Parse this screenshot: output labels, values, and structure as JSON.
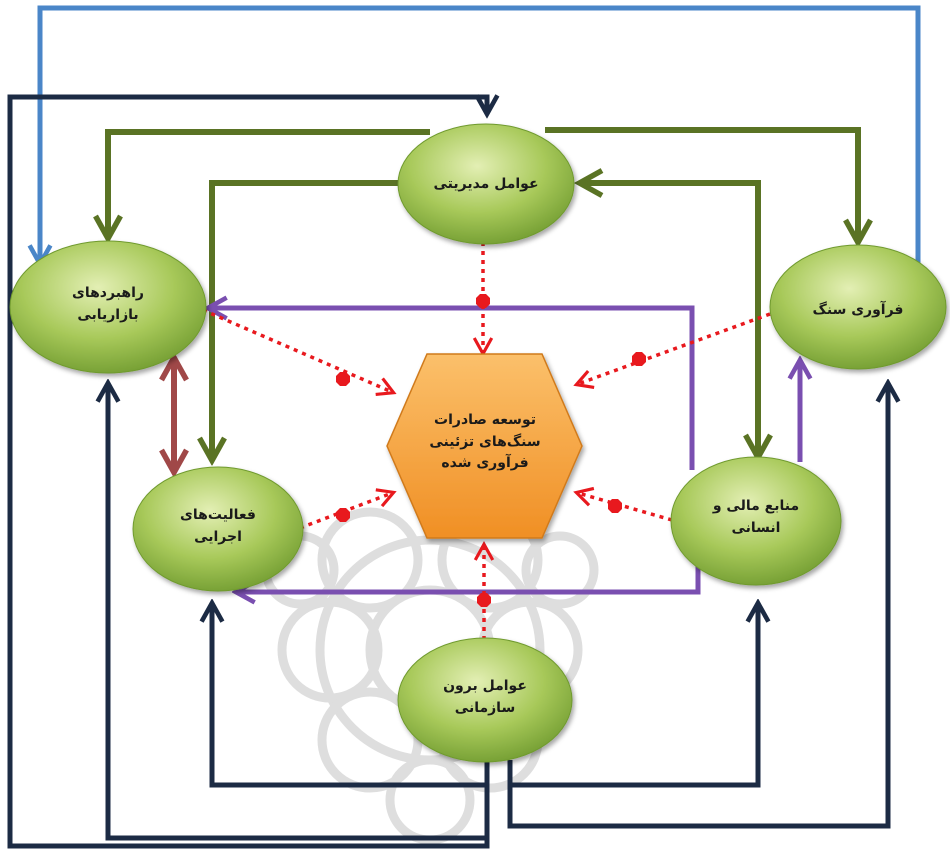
{
  "diagram": {
    "center": {
      "line1": "توسعه صادرات",
      "line2": "سنگ‌های تزئینی",
      "line3": "فرآوری شده"
    },
    "nodes": {
      "management": {
        "line1": "عوامل مدیریتی"
      },
      "marketing": {
        "line1": "راهبردهای",
        "line2": "بازاریابی"
      },
      "stone_processing": {
        "line1": "فرآوری سنگ"
      },
      "operations": {
        "line1": "فعالیت‌های",
        "line2": "اجرایی"
      },
      "resources": {
        "line1": "منابع مالی و",
        "line2": "انسانی"
      },
      "external": {
        "line1": "عوامل برون",
        "line2": "سازمانی"
      }
    },
    "colors": {
      "node_fill_light": "#c8df7e",
      "node_fill_dark": "#7da83a",
      "hexagon_fill": "#f6a43f",
      "dark_green_arrow": "#5a7324",
      "navy_arrow": "#1c2b44",
      "light_blue_arrow": "#4a86c8",
      "purple_arrow": "#7a4fb0",
      "brown_arrow": "#a04848",
      "red_dotted_arrow": "#e8191e"
    }
  }
}
